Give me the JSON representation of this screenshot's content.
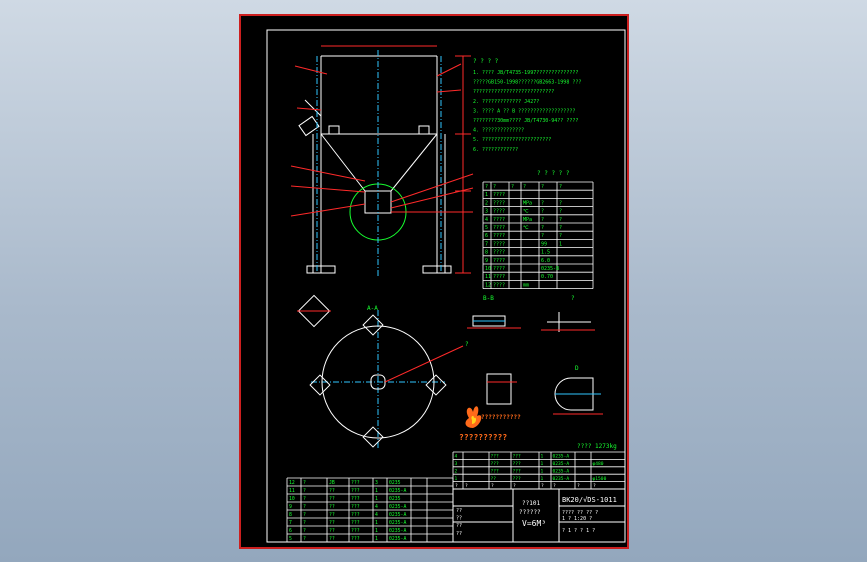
{
  "colors": {
    "background_top": "#cfd9e4",
    "background_bottom": "#93a7bd",
    "sheet": "#000000",
    "frame": "#cc1f1f",
    "outline": "#ffffff",
    "dimension": "#ff2a2a",
    "text": "#17ff30",
    "centerline": "#2fc6ff",
    "logo": "#ff6a1a"
  },
  "icons": {
    "logo": "flame-logo-icon"
  },
  "notes": {
    "heading": "? ? ? ?",
    "lines": [
      "1. ????  JB/T4735-1997??????????????",
      "   ?????GB150-1998??????GB2663-1998 ???",
      "   ???????????????????????????",
      "2. ?????????????   J427?",
      "3. ???? A ?? B ???????????????????",
      "   ????????30mm???? JB/T4730-94?? ????",
      "4. ??????????????",
      "5. ???????????????????????",
      "6. ????????????"
    ]
  },
  "spec_table": {
    "title": "? ? ? ? ?",
    "headers": [
      "?",
      "?",
      "?",
      "?",
      "?",
      "?"
    ],
    "rows": [
      [
        "1",
        "????",
        "",
        "",
        "",
        ""
      ],
      [
        "2",
        "????",
        "",
        "MPa",
        "?",
        "?"
      ],
      [
        "3",
        "????",
        "",
        "℃",
        "?",
        "?"
      ],
      [
        "4",
        "????",
        "",
        "MPa",
        "?",
        "?"
      ],
      [
        "5",
        "????",
        "",
        "℃",
        "?",
        "?"
      ],
      [
        "6",
        "????",
        "",
        "",
        "?",
        "?"
      ],
      [
        "7",
        "????",
        "",
        "",
        "99",
        "1"
      ],
      [
        "8",
        "????",
        "",
        "",
        "1.5",
        ""
      ],
      [
        "9",
        "????",
        "",
        "",
        "6.0",
        ""
      ],
      [
        "10",
        "????",
        "",
        "",
        "0235-B",
        ""
      ],
      [
        "11",
        "????",
        "",
        "",
        "0.70",
        ""
      ],
      [
        "12",
        "????",
        "",
        "mm",
        "",
        ""
      ]
    ]
  },
  "views": {
    "sec_a_label": "A-A",
    "sec_b_label": "B-B",
    "sec_c_label": "?",
    "sec_d_label": "D",
    "plan_label": "?"
  },
  "logo": {
    "banner": "???????????",
    "caption": "??????????"
  },
  "weight": "????  1273kg",
  "upper_parts": {
    "rows": [
      [
        "4",
        "",
        "???",
        "???",
        "1",
        "0235-A",
        "",
        ""
      ],
      [
        "3",
        "",
        "???",
        "???",
        "1",
        "0235-A",
        "",
        "φ480"
      ],
      [
        "2",
        "",
        "???",
        "???",
        "1",
        "0235-A",
        "",
        ""
      ],
      [
        "1",
        "",
        "??",
        "???",
        "1",
        "0235-A",
        "",
        "φ1500"
      ]
    ],
    "header": [
      "?",
      "?",
      "?",
      "?",
      "?",
      "?",
      "?",
      "?"
    ]
  },
  "lower_parts": {
    "rows": [
      [
        "12",
        "?",
        "JB",
        "???",
        "3",
        "0235",
        "",
        ""
      ],
      [
        "11",
        "?",
        "??",
        "???",
        "1",
        "0235-A",
        "",
        ""
      ],
      [
        "10",
        "?",
        "??",
        "???",
        "1",
        "0235",
        "",
        ""
      ],
      [
        "9",
        "?",
        "??",
        "???",
        "4",
        "0235-A",
        "",
        ""
      ],
      [
        "8",
        "?",
        "??",
        "???",
        "4",
        "0235-A",
        "",
        ""
      ],
      [
        "7",
        "?",
        "??",
        "???",
        "1",
        "0235-A",
        "",
        ""
      ],
      [
        "6",
        "?",
        "??",
        "???",
        "1",
        "0235-A",
        "",
        ""
      ],
      [
        "5",
        "?",
        "??",
        "???",
        "1",
        "0235-A",
        "",
        ""
      ]
    ]
  },
  "title_block": {
    "name_line1": "??101",
    "name_line2": "??????",
    "volume": "V=6M³",
    "drawing_no": "BK20/√DS-1011",
    "scale_row": "???? ?? ?? ?",
    "ratio_row": "1 ? 1:20 ?",
    "sheet_row": "? 1 ? ? 1 ?",
    "sign_rows": [
      "??",
      "??",
      "??",
      "??"
    ]
  }
}
